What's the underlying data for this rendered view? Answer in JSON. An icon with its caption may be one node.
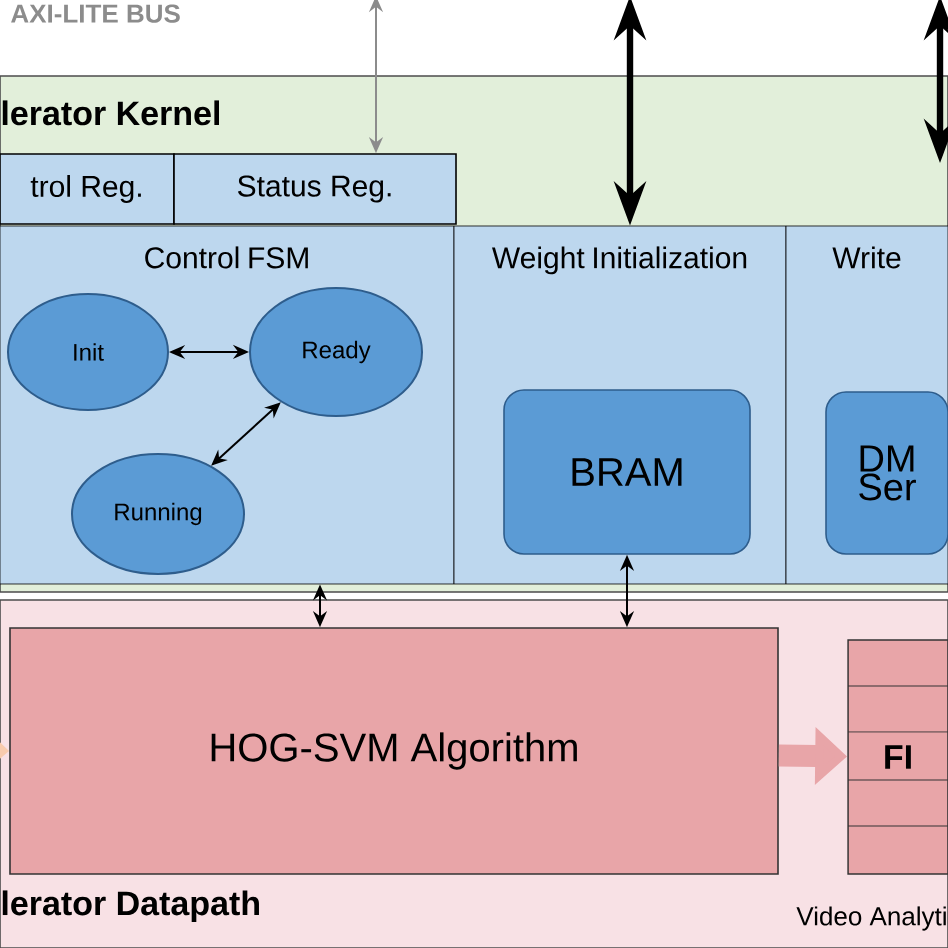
{
  "diagram": {
    "nodes": [
      {
        "text": [
          "lerator Kernel"
        ]
      },
      {
        "text": [
          "trol Reg."
        ],
        "in": 0
      },
      {
        "text": [
          "Status Reg."
        ],
        "in": 0
      },
      {
        "text": [
          "Control FSM"
        ],
        "in": 0
      },
      {
        "text": [
          "Init"
        ],
        "in": 3
      },
      {
        "text": [
          "Ready"
        ],
        "in": 3
      },
      {
        "text": [
          "Running"
        ],
        "in": 3
      },
      {
        "text": [
          "Weight Initialization"
        ],
        "in": 0
      },
      {
        "text": [
          "BRAM"
        ],
        "in": 7
      },
      {
        "text": [
          "Write"
        ],
        "in": 0
      },
      {
        "text": [
          "DM Ser"
        ],
        "in": 9
      },
      {
        "text": [
          "lerator Datapath"
        ]
      },
      {
        "text": [
          "HOG-SVM Algorithm"
        ],
        "in": 11
      },
      {
        "text": [
          "FI"
        ],
        "in": 11,
        "beside": [
          "Video Analyti"
        ]
      }
    ],
    "edges": [
      {
        "from": null,
        "to": 2,
        "arrow": "both",
        "color": "#8c8c8c"
      },
      {
        "from": null,
        "to": 7,
        "arrow": "both",
        "style": "thick"
      },
      {
        "from": null,
        "to": 0,
        "arrow": "both",
        "style": "thick"
      },
      {
        "from": 4,
        "to": 5,
        "arrow": "both"
      },
      {
        "from": 5,
        "to": 6,
        "arrow": "both"
      },
      {
        "from": 3,
        "to": 12,
        "arrow": "both"
      },
      {
        "from": 8,
        "to": 12,
        "arrow": "both"
      },
      {
        "from": null,
        "to": 12,
        "arrow": "to",
        "style": "thick",
        "color": "#f8cbad"
      },
      {
        "from": 12,
        "to": 13,
        "arrow": "to",
        "style": "thick",
        "color": "#e8a5a8"
      }
    ],
    "labels": [
      "AXI-LITE BUS"
    ]
  }
}
